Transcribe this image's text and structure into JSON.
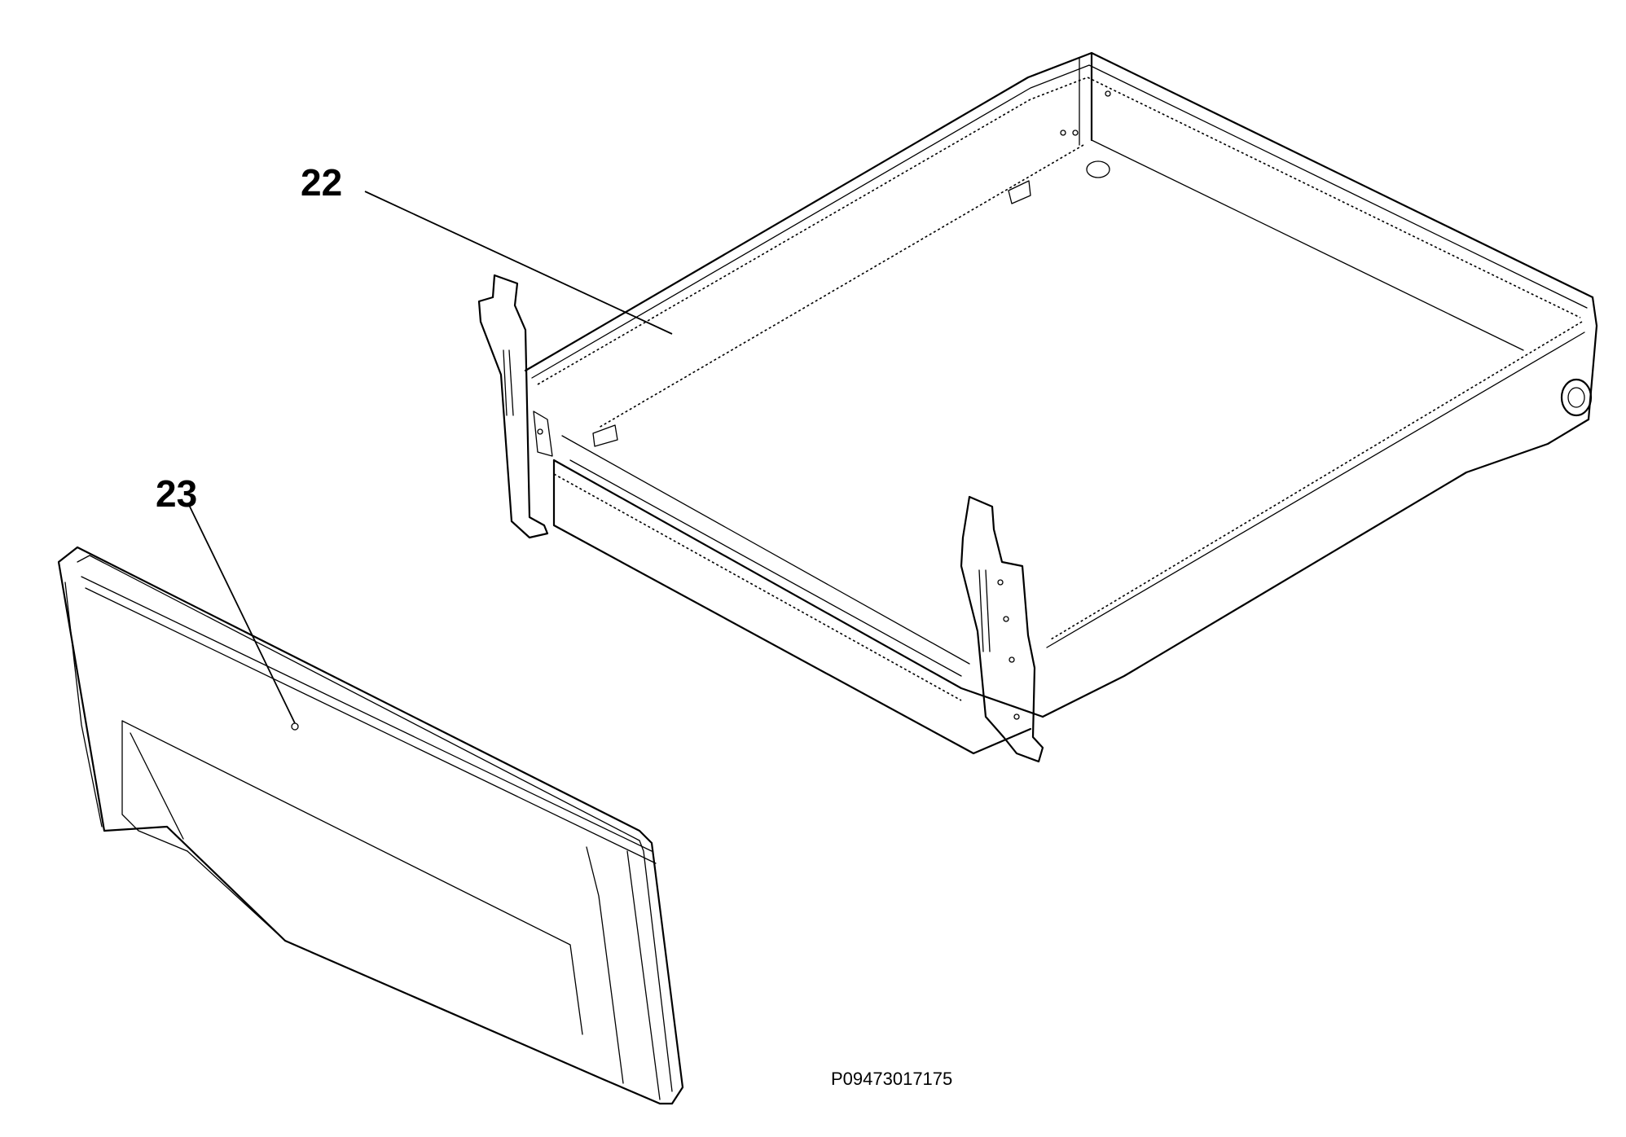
{
  "callouts": {
    "part_22": "22",
    "part_23": "23"
  },
  "drawing_code": "P09473017175",
  "colors": {
    "line": "#000000",
    "background": "#ffffff"
  }
}
